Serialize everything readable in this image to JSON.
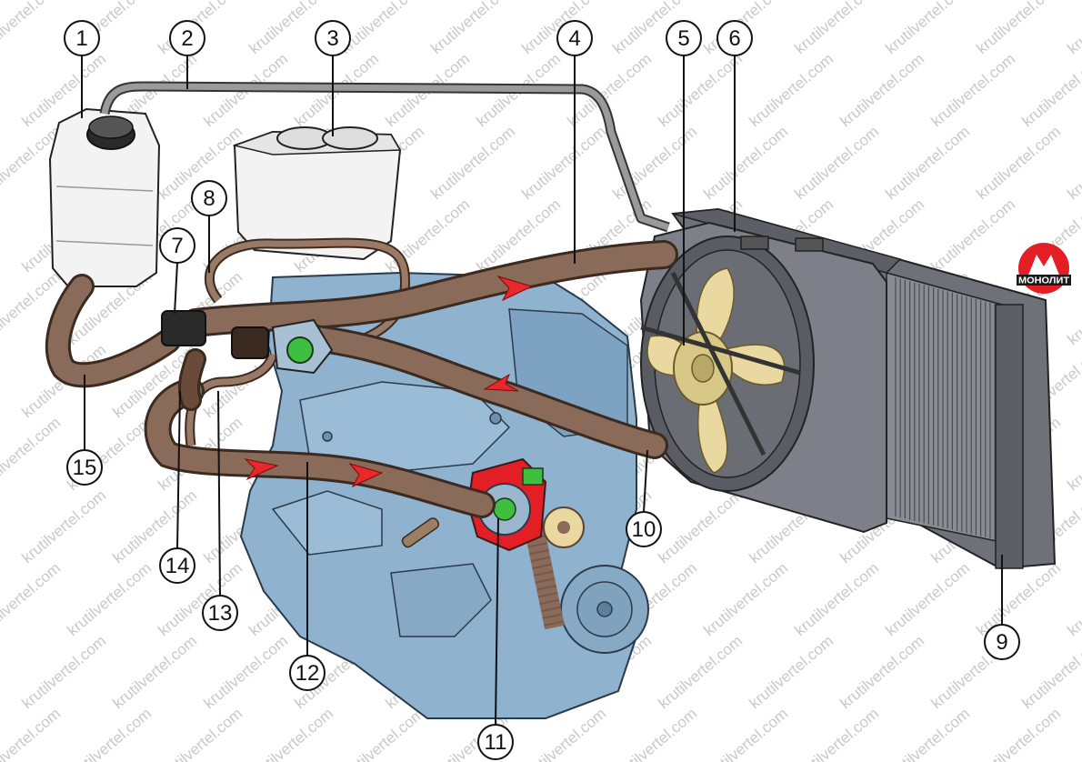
{
  "watermark": {
    "text": "krutilvertel.com"
  },
  "logo": {
    "text": "МОНОЛИТ"
  },
  "callouts": [
    "1",
    "2",
    "3",
    "4",
    "5",
    "6",
    "7",
    "8",
    "9",
    "10",
    "11",
    "12",
    "13",
    "14",
    "15"
  ],
  "colors": {
    "engine_block": "#8fb2cf",
    "hose": "#8a6a58",
    "hose_dark": "#5a4234",
    "radiator": "#6f7179",
    "fan_blade": "#e9d9a0",
    "reservoir": "#f3f3f3",
    "flow_arrow": "#e8282a",
    "thermostat": "#3fbf3f",
    "logo": "#e31e24"
  }
}
